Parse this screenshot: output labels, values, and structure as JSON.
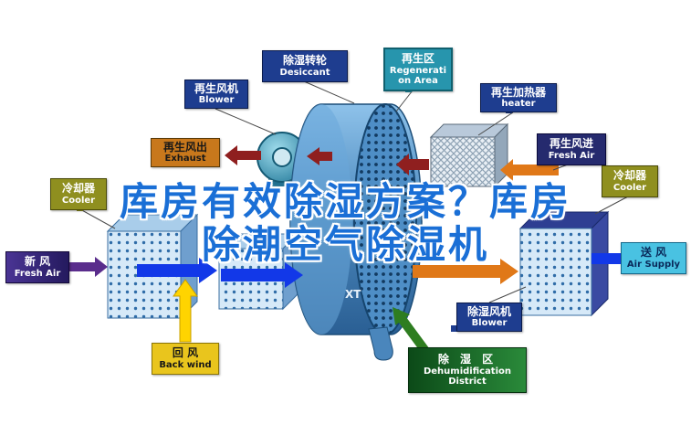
{
  "title": {
    "line1": "库房有效除湿方案？库房",
    "line2": "除潮空气除湿机"
  },
  "wheel": {
    "mark": "XT"
  },
  "labels": {
    "desiccant": {
      "zh": "除湿转轮",
      "en": "Desiccant"
    },
    "regen_area": {
      "zh": "再生区",
      "en": "Regeneration Area"
    },
    "regen_blower": {
      "zh": "再生风机",
      "en": "Blower"
    },
    "regen_heater": {
      "zh": "再生加热器",
      "en": "heater"
    },
    "exhaust": {
      "zh": "再生风出",
      "en": "Exhaust"
    },
    "regen_fresh_air": {
      "zh": "再生风进",
      "en": "Fresh Air"
    },
    "cooler_left": {
      "zh": "冷却器",
      "en": "Cooler"
    },
    "cooler_right": {
      "zh": "冷却器",
      "en": "Cooler"
    },
    "fresh_air_in": {
      "zh": "新  风",
      "en": "Fresh Air"
    },
    "air_supply": {
      "zh": "送  风",
      "en": "Air Supply"
    },
    "back_wind": {
      "zh": "回  风",
      "en": "Back wind"
    },
    "dehumid_blower": {
      "zh": "除湿风机",
      "en": "Blower"
    },
    "dehumid_district": {
      "zh": "除 湿 区",
      "en": "Dehumidification District"
    }
  },
  "colors": {
    "title_blue": "#1a6fd6",
    "navy_label": "#1e3d8f",
    "teal_label": "#2795ad",
    "orange_label": "#c8781c",
    "olive_label": "#8f8f1f",
    "purple_label": "#3a2a80",
    "cyan_label": "#49c2e2",
    "yellow_label": "#e9c51d",
    "green_label": "#1e7a2c",
    "indigo_label": "#252a6e",
    "wheel_blue": "#4a86bc",
    "arrow_blue": "#1238e8",
    "arrow_red": "#8f1f1f",
    "arrow_orange": "#e07818",
    "arrow_yellow": "#ffd400",
    "arrow_purple": "#5a2d8c",
    "arrow_green": "#2e7d20"
  }
}
